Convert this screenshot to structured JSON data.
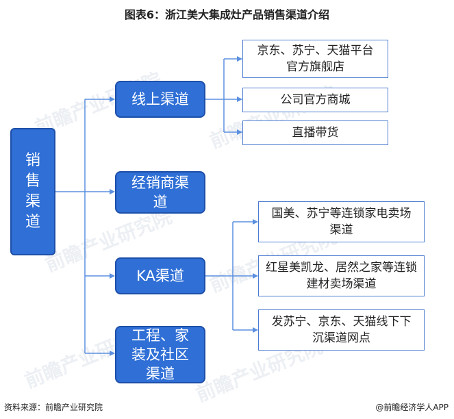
{
  "title": "图表6：浙江美大集成灶产品销售渠道介绍",
  "root": {
    "label": "销售渠道"
  },
  "channels": [
    {
      "label": "线上渠道"
    },
    {
      "label": "经销商渠道"
    },
    {
      "label": "KA渠道"
    },
    {
      "label": "工程、家装及社区渠道"
    }
  ],
  "online_leaves": [
    {
      "label": "京东、苏宁、天猫平台官方旗舰店"
    },
    {
      "label": "公司官方商城"
    },
    {
      "label": "直播带货"
    }
  ],
  "ka_leaves": [
    {
      "label": "国美、苏宁等连锁家电卖场渠道"
    },
    {
      "label": "红星美凯龙、居然之家等连锁建材卖场渠道"
    },
    {
      "label": "发苏宁、京东、天猫线下下沉渠道网点"
    }
  ],
  "footer": {
    "source": "资料来源：前瞻产业研究院",
    "credit": "@前瞻经济学人APP"
  },
  "watermark": "前瞻产业研究院",
  "colors": {
    "node_fill": "#2f6fd6",
    "node_border": "#1d4fa8",
    "leaf_border": "#4a7bd1",
    "connector": "#5b8fe0"
  }
}
